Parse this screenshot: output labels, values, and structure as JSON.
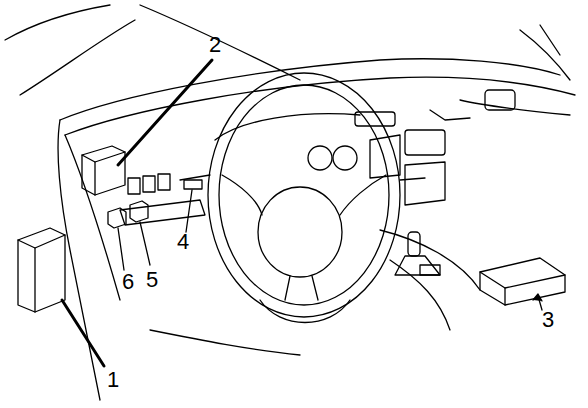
{
  "diagram": {
    "labels": [
      "2",
      "4",
      "6",
      "5",
      "3",
      "1"
    ]
  }
}
